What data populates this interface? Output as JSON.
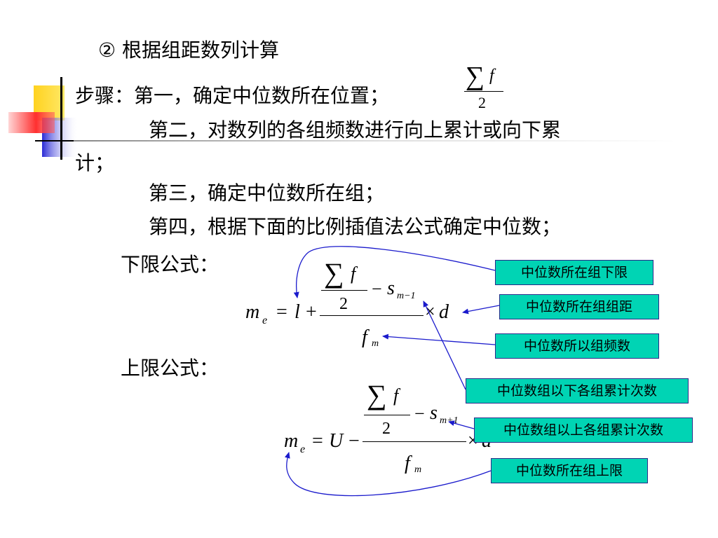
{
  "heading": "② 根据组距数列计算",
  "steps": {
    "step1": "步骤：第一，确定中位数所在位置；",
    "step2_a": "第二，对数列的各组频数进行向上累计或向下累",
    "step2_b": "计；",
    "step3": "第三，确定中位数所在组；",
    "step4": "第四，根据下面的比例插值法公式确定中位数；"
  },
  "position_formula": {
    "sum": "∑",
    "f": "f",
    "denom": "2"
  },
  "lower": {
    "label": "下限公式：",
    "lhs_m": "m",
    "lhs_e": "e",
    "eq": "=",
    "base": "l",
    "op": "+",
    "sum": "∑",
    "f": "f",
    "two": "2",
    "minus": "−",
    "s": "s",
    "s_sub": "m−1",
    "times": "×",
    "d": "d",
    "fm": "f",
    "fm_sub": "m"
  },
  "upper": {
    "label": "上限公式：",
    "lhs_m": "m",
    "lhs_e": "e",
    "eq": "=",
    "base": "U",
    "op": "−",
    "sum": "∑",
    "f": "f",
    "two": "2",
    "minus": "−",
    "s": "s",
    "s_sub": "m+1",
    "times": "×",
    "d": "d",
    "fm": "f",
    "fm_sub": "m"
  },
  "annotations": [
    "中位数所在组下限",
    "中位数所在组组距",
    "中位数所以组频数",
    "中位数组以下各组累计次数",
    "中位数组以上各组累计次数",
    "中位数所在组上限"
  ],
  "colors": {
    "label_fill": "#00d4b4",
    "arrow": "#1a1acc",
    "deco_yellow": "#ffd21f",
    "deco_blue": "#2b2bd6",
    "deco_red": "#ff3030"
  }
}
